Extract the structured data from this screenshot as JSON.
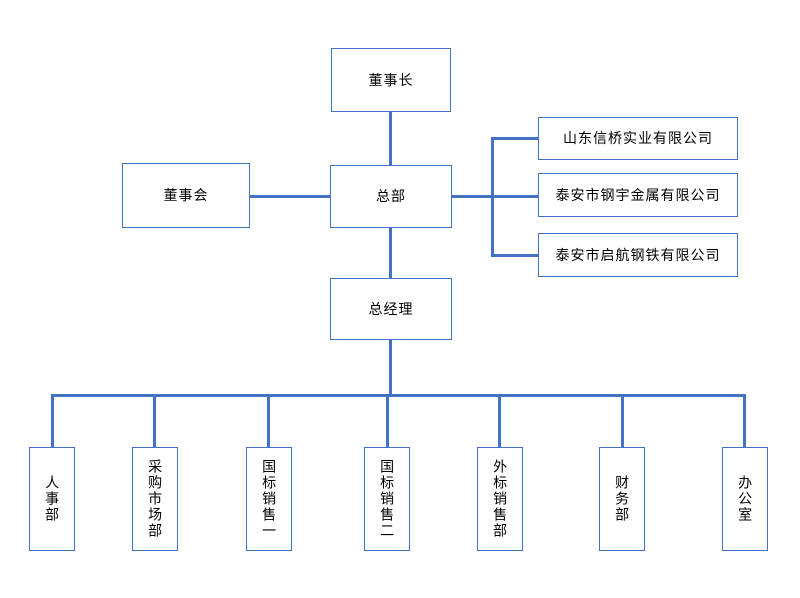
{
  "colors": {
    "connector_line": "#4472C4",
    "box_border": "#4472C4",
    "box_fill": "#FFFFFF",
    "text": "#000000"
  },
  "chart": {
    "chairman": "董事长",
    "board": "董事会",
    "headquarters": "总部",
    "general_manager": "总经理",
    "subsidiaries": [
      "山东信桥实业有限公司",
      "泰安市钢宇金属有限公司",
      "泰安市启航钢铁有限公司"
    ],
    "departments": [
      "人事部",
      "采购市场部",
      "国标销售一",
      "国标销售二",
      "外标销售部",
      "财务部",
      "办公室"
    ]
  }
}
